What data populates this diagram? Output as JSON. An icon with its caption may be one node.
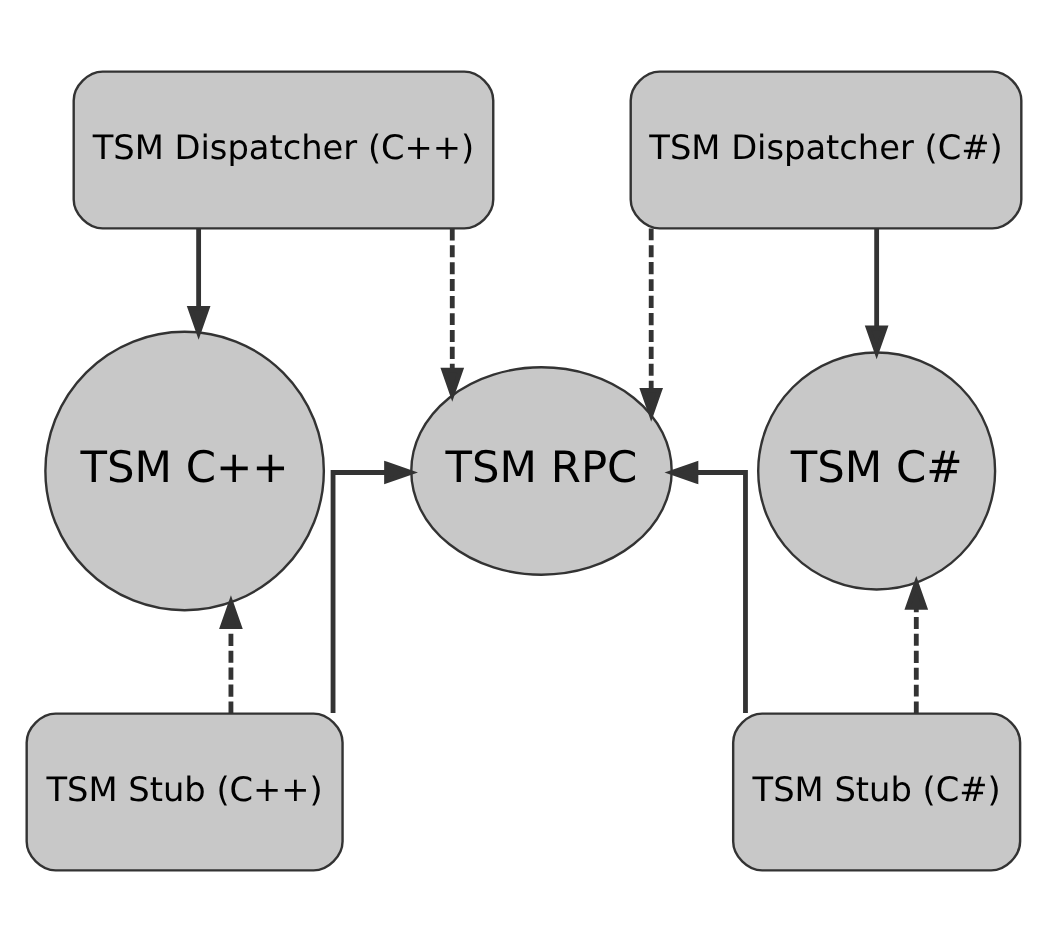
{
  "diagram": {
    "nodes": [
      {
        "text": [
          "TSM Dispatcher (C++)"
        ]
      },
      {
        "text": [
          "TSM Dispatcher (C#)"
        ]
      },
      {
        "text": [
          "TSM C++"
        ]
      },
      {
        "text": [
          "TSM C#"
        ]
      },
      {
        "text": [
          "TSM RPC"
        ]
      },
      {
        "text": [
          "TSM Stub (C++)"
        ]
      },
      {
        "text": [
          "TSM Stub (C#)"
        ]
      }
    ],
    "edges": [
      {
        "from": 0,
        "to": 2,
        "arrow": "to"
      },
      {
        "from": 1,
        "to": 3,
        "arrow": "to"
      },
      {
        "from": 5,
        "to": 2,
        "arrow": "to",
        "style": "dashed"
      },
      {
        "from": 6,
        "to": 3,
        "arrow": "to",
        "style": "dashed"
      },
      {
        "from": 0,
        "to": 4,
        "arrow": "to",
        "style": "dashed"
      },
      {
        "from": 1,
        "to": 4,
        "arrow": "to",
        "style": "dashed"
      },
      {
        "from": 6,
        "to": 4,
        "arrow": "to"
      },
      {
        "from": 5,
        "to": 4,
        "arrow": "to"
      }
    ]
  }
}
